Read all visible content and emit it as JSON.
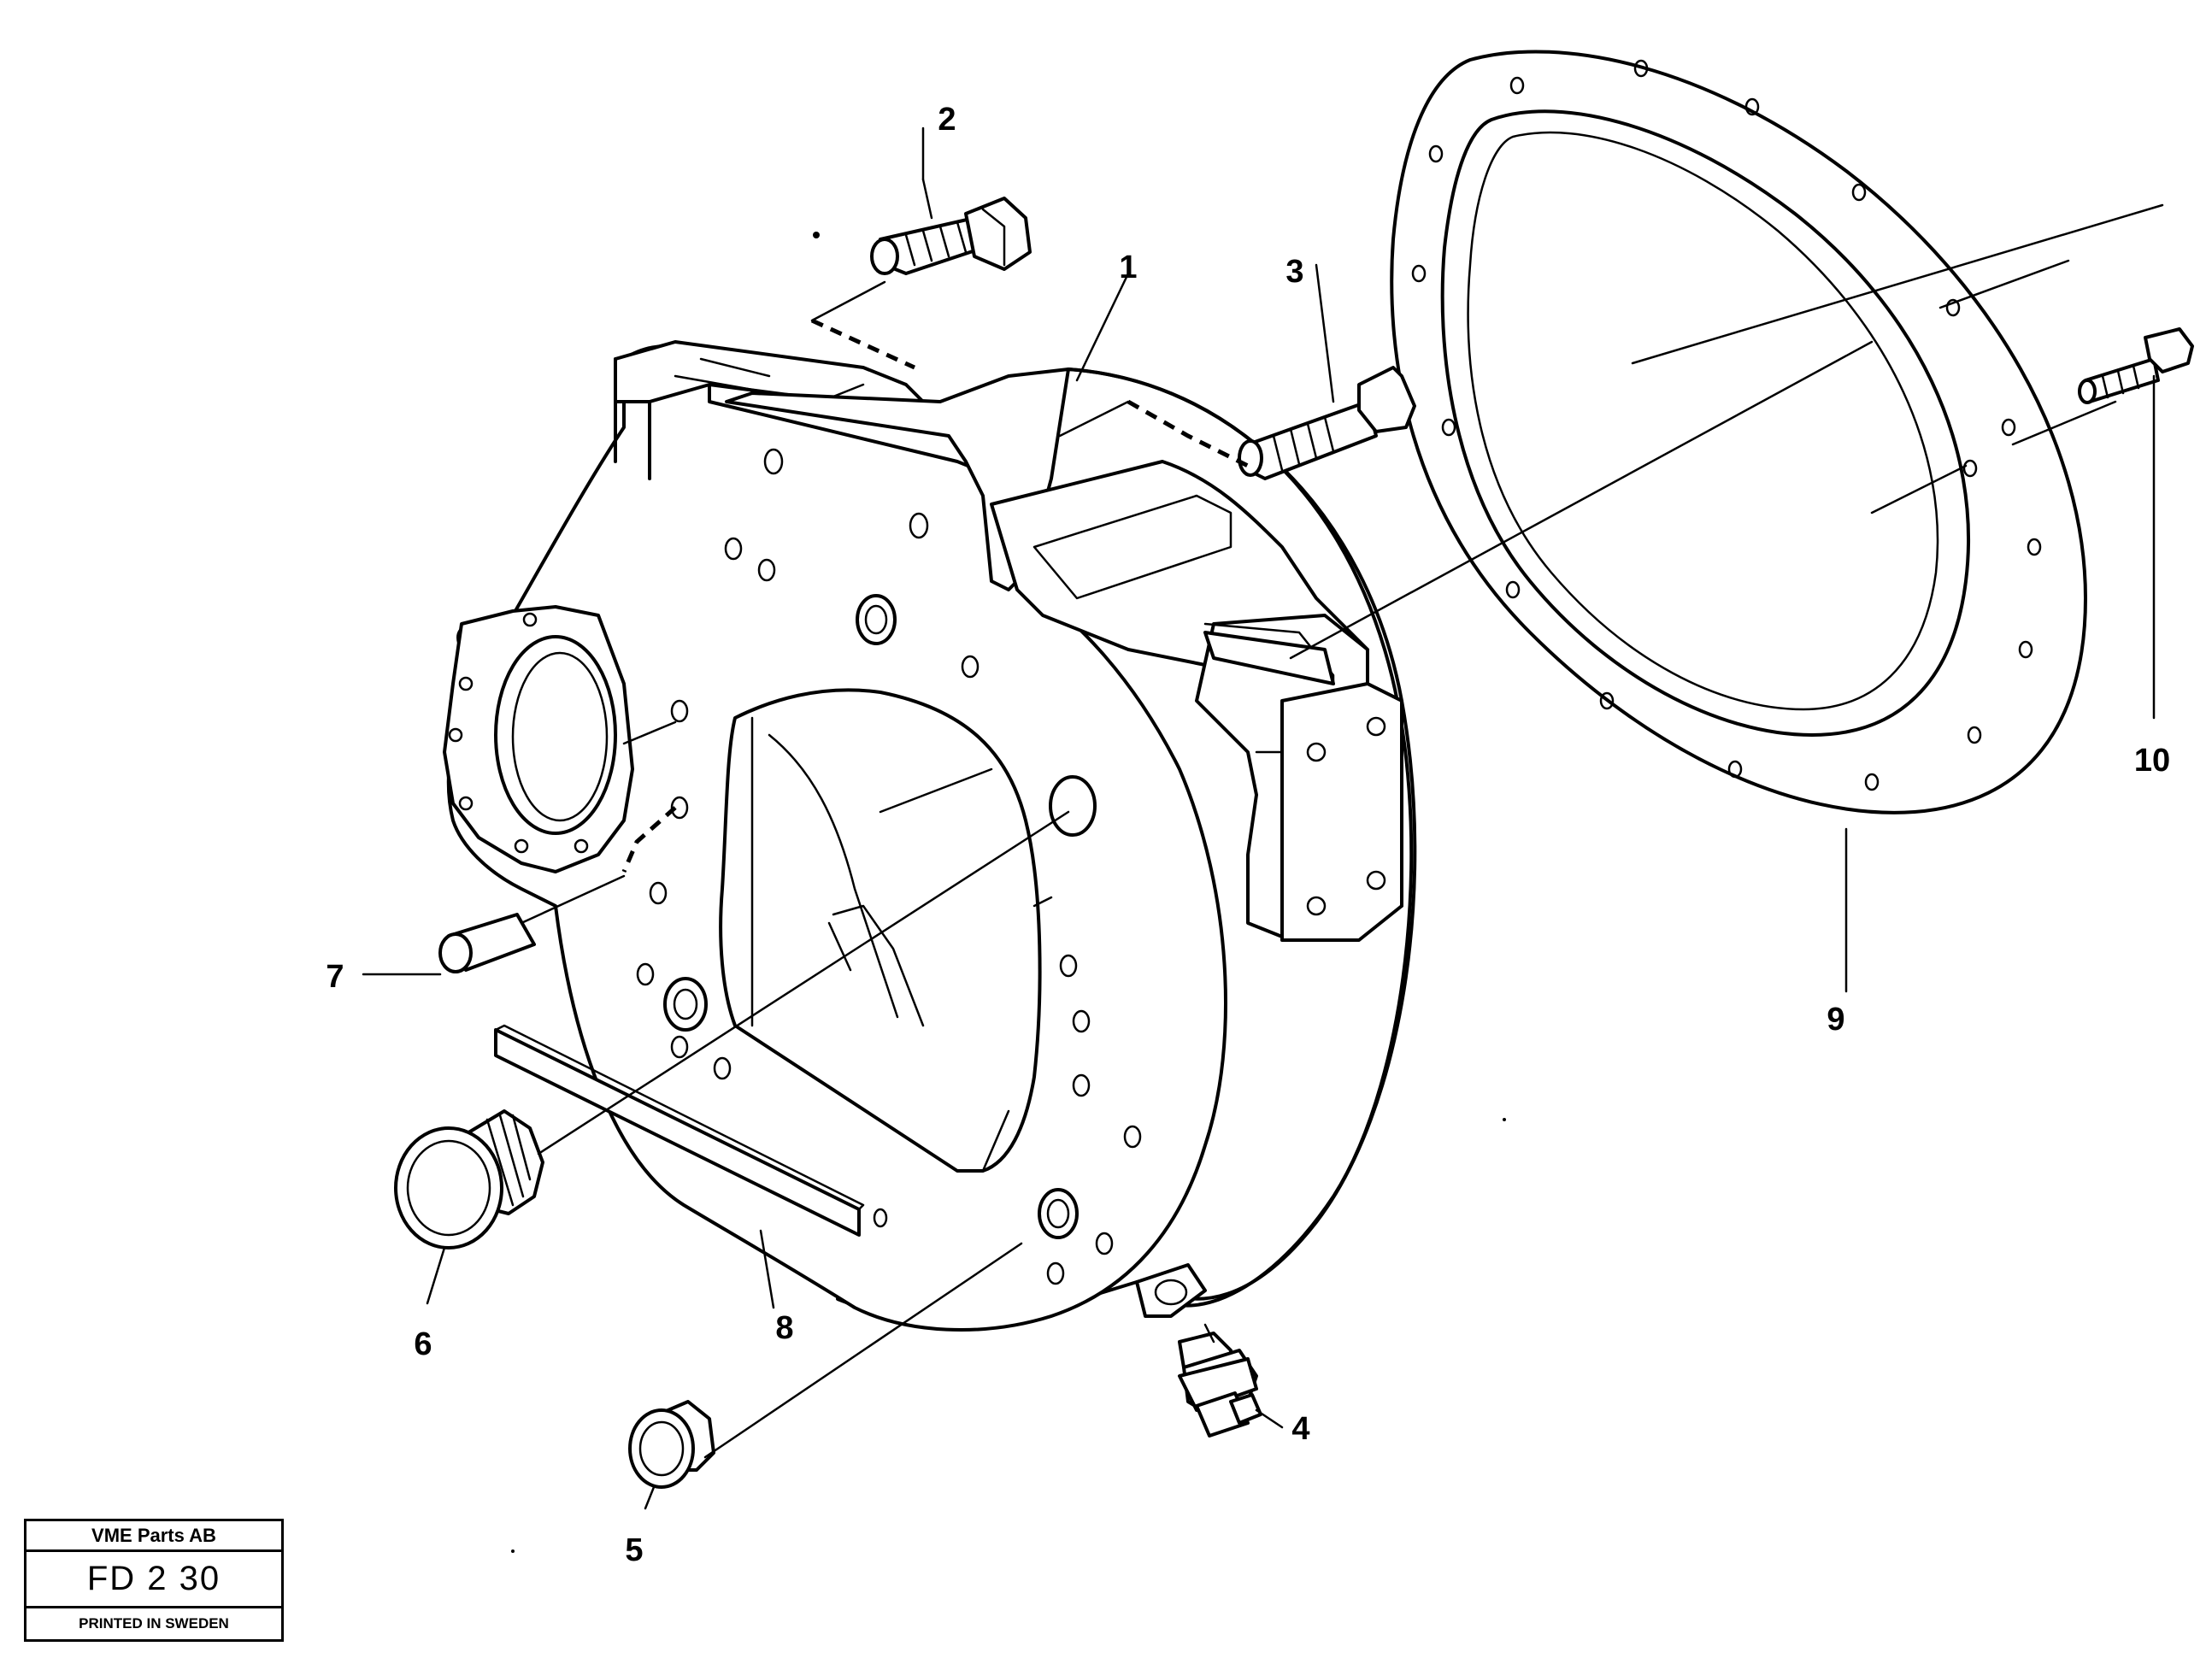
{
  "diagram": {
    "callouts": [
      {
        "id": "1",
        "label": "1"
      },
      {
        "id": "2",
        "label": "2"
      },
      {
        "id": "3",
        "label": "3"
      },
      {
        "id": "4",
        "label": "4"
      },
      {
        "id": "5",
        "label": "5"
      },
      {
        "id": "6",
        "label": "6"
      },
      {
        "id": "7",
        "label": "7"
      },
      {
        "id": "8",
        "label": "8"
      },
      {
        "id": "9",
        "label": "9"
      },
      {
        "id": "10",
        "label": "10"
      }
    ]
  },
  "title_block": {
    "company": "VME Parts AB",
    "code": "FD 2 30",
    "printed": "PRINTED IN SWEDEN"
  }
}
